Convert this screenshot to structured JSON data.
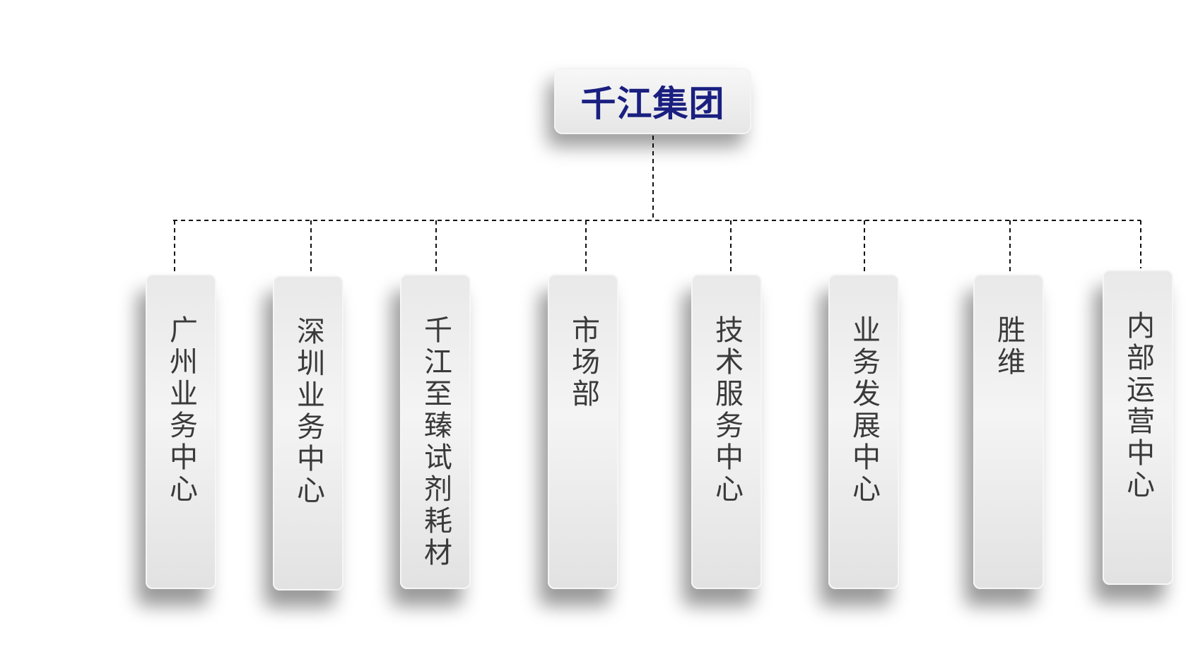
{
  "root": {
    "label": "千江集团"
  },
  "departments": [
    {
      "label": "广州业务中心"
    },
    {
      "label": "深圳业务中心"
    },
    {
      "label": "千江至臻试剂耗材"
    },
    {
      "label": "市场部"
    },
    {
      "label": "技术服务中心"
    },
    {
      "label": "业务发展中心"
    },
    {
      "label": "胜维"
    },
    {
      "label": "内部运营中心"
    }
  ],
  "style": {
    "root_text_color": "#1a1f80",
    "dept_text_color": "#3a3a3a",
    "connector_color": "#111111",
    "box_color": "#eeeeee"
  }
}
